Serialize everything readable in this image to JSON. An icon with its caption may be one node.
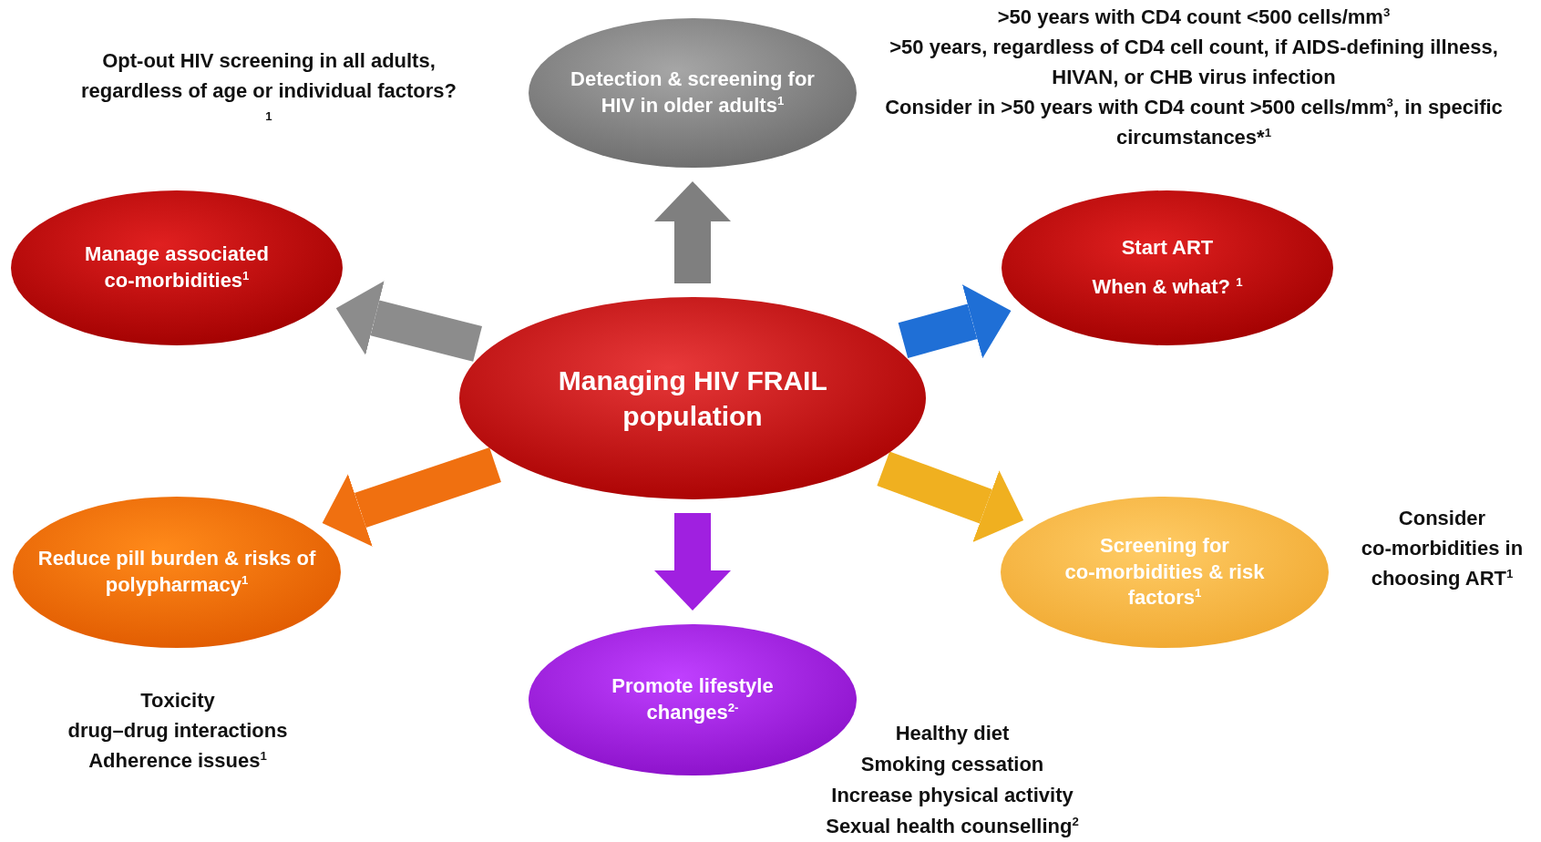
{
  "diagram": {
    "nodes": [
      {
        "text": [
          "Managing HIV FRAIL population"
        ]
      },
      {
        "text": [
          "Detection & screening for HIV in older adults$^{1}$"
        ]
      },
      {
        "text": [
          "Manage associated co-morbidities$^{1}$"
        ]
      },
      {
        "text": [
          "Start ART",
          "When & what? $^{1}$"
        ],
        "beside": [
          ">50 years with CD4 count <500 cells/mm$^{3}$",
          ">50 years, regardless of CD4 cell count, if AIDS-defining illness, HIVAN, or CHB virus infection",
          "Consider in >50 years with CD4 count >500 cells/mm$^{3}$, in specific circumstances*$^{1}$"
        ]
      },
      {
        "text": [
          "Reduce pill burden & risks of polypharmacy$^{1}$"
        ],
        "beside": [
          "Toxicity",
          "drug–drug interactions",
          "Adherence issues$^{1}$"
        ]
      },
      {
        "text": [
          "Screening for co-morbidities & risk factors$^{1}$"
        ],
        "beside": [
          "Consider co-morbidities in choosing ART$^{1}$"
        ]
      },
      {
        "text": [
          "Promote lifestyle changes$^{2-}$"
        ],
        "beside": [
          "Healthy diet",
          "Smoking cessation",
          "Increase physical activity",
          "Sexual health counselling$^{2}$"
        ]
      }
    ],
    "edges": [
      {
        "from": 0,
        "to": 1,
        "arrow": "to",
        "color": "#7f7f7f"
      },
      {
        "from": 0,
        "to": 2,
        "arrow": "to",
        "color": "#8c8c8c"
      },
      {
        "from": 0,
        "to": 3,
        "arrow": "to",
        "color": "#1f6fd6"
      },
      {
        "from": 0,
        "to": 4,
        "arrow": "to",
        "color": "#f07010"
      },
      {
        "from": 0,
        "to": 6,
        "arrow": "to",
        "color": "#a020e0"
      },
      {
        "from": 0,
        "to": 5,
        "arrow": "to",
        "color": "#f0b020"
      }
    ],
    "labels": [
      "Opt-out HIV screening in all adults, regardless of age or individual factors? $^{1}$"
    ]
  }
}
